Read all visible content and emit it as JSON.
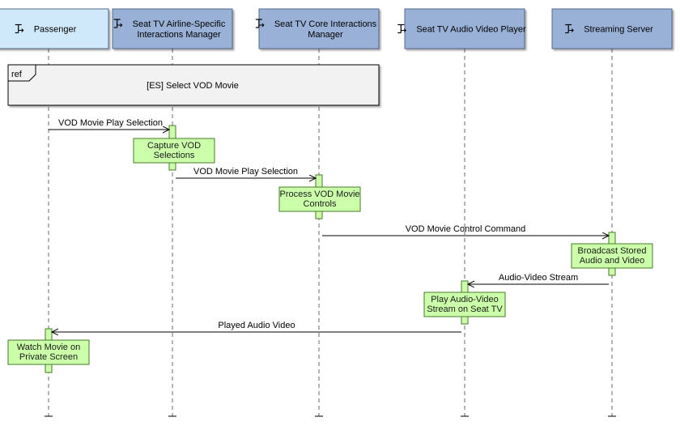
{
  "lifelines": [
    {
      "id": "passenger",
      "label_lines": [
        "Passenger"
      ],
      "fill": "#cfe9fb"
    },
    {
      "id": "airline",
      "label_lines": [
        "Seat TV Airline-Specific",
        "Interactions Manager"
      ],
      "fill": "#99b1d6"
    },
    {
      "id": "core",
      "label_lines": [
        "Seat TV Core Interactions",
        "Manager"
      ],
      "fill": "#99b1d6"
    },
    {
      "id": "player",
      "label_lines": [
        "Seat TV Audio Video Player"
      ],
      "fill": "#99b1d6"
    },
    {
      "id": "server",
      "label_lines": [
        "Streaming Server"
      ],
      "fill": "#99b1d6"
    }
  ],
  "interaction_use": {
    "tag": "ref",
    "label": "[ES] Select VOD Movie"
  },
  "messages": [
    {
      "from": "passenger",
      "to": "airline",
      "label": "VOD Movie Play Selection"
    },
    {
      "from": "airline",
      "to": "core",
      "label": "VOD Movie Play Selection"
    },
    {
      "from": "core",
      "to": "server",
      "label": "VOD Movie Control Command"
    },
    {
      "from": "server",
      "to": "player",
      "label": "Audio-Video Stream"
    },
    {
      "from": "player",
      "to": "passenger",
      "label": "Played Audio Video"
    }
  ],
  "actions": [
    {
      "lifeline": "airline",
      "lines": [
        "Capture VOD",
        "Selections"
      ]
    },
    {
      "lifeline": "core",
      "lines": [
        "Process VOD Movie",
        "Controls"
      ]
    },
    {
      "lifeline": "server",
      "lines": [
        "Broadcast Stored",
        "Audio and Video"
      ]
    },
    {
      "lifeline": "player",
      "lines": [
        "Play Audio-Video",
        "Stream on Seat TV"
      ]
    },
    {
      "lifeline": "passenger",
      "lines": [
        "Watch Movie on",
        "Private Screen"
      ]
    }
  ],
  "colors": {
    "action_fill": "#ccffaa",
    "action_stroke": "#4a7a2a",
    "frame_fill": "#f2f2f2",
    "line": "#000000"
  },
  "icons": {
    "lifeline_icon": "component-icon"
  }
}
